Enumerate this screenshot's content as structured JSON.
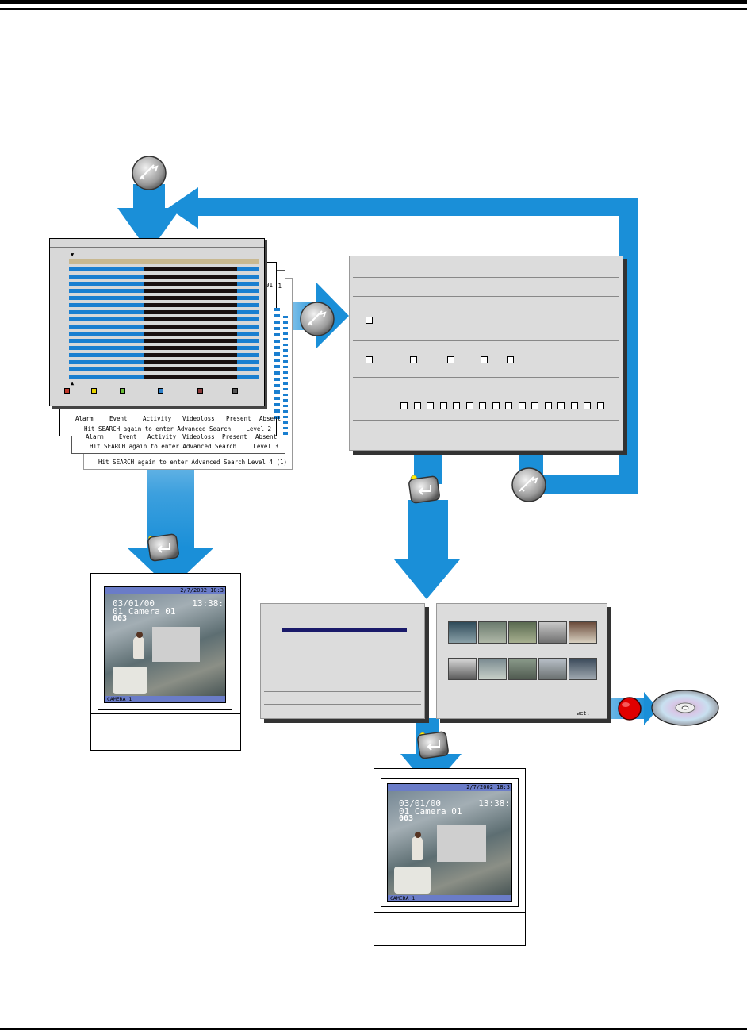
{
  "search_levels": {
    "legend_colors": [
      "#c0392b",
      "#e6d200",
      "#6dbf3a",
      "#2f80c8",
      "#8b3a3a",
      "#555555"
    ],
    "level2": {
      "legend": [
        "Alarm",
        "Event",
        "Activity",
        "Videoloss",
        "Present",
        "Absent"
      ],
      "hint": "Hit SEARCH again to enter Advanced Search",
      "level": "Level 2"
    },
    "level3": {
      "legend": [
        "Alarm",
        "Event",
        "Activity",
        "Videoloss",
        "Present",
        "Absent"
      ],
      "hint": "Hit SEARCH again to enter Advanced Search",
      "level": "Level 3"
    },
    "level4": {
      "hint": "Hit SEARCH again to enter Advanced Search",
      "level": "Level 4 (1)"
    },
    "side_labels": [
      "01",
      "1"
    ]
  },
  "playback": {
    "date": "2/7/2002 18:3",
    "osd_date": "03/01/00",
    "osd_camera": "01 Camera 01",
    "osd_count": "003",
    "osd_time": "13:38:",
    "camera_label": "CAMERA 1"
  },
  "thumbnail_footer": "wet.",
  "colors": {
    "arrow_blue": "#1a8fd8",
    "record_red": "#e00000",
    "bar_blue": "#1a7fd0",
    "bar_tan": "#c8b890"
  }
}
